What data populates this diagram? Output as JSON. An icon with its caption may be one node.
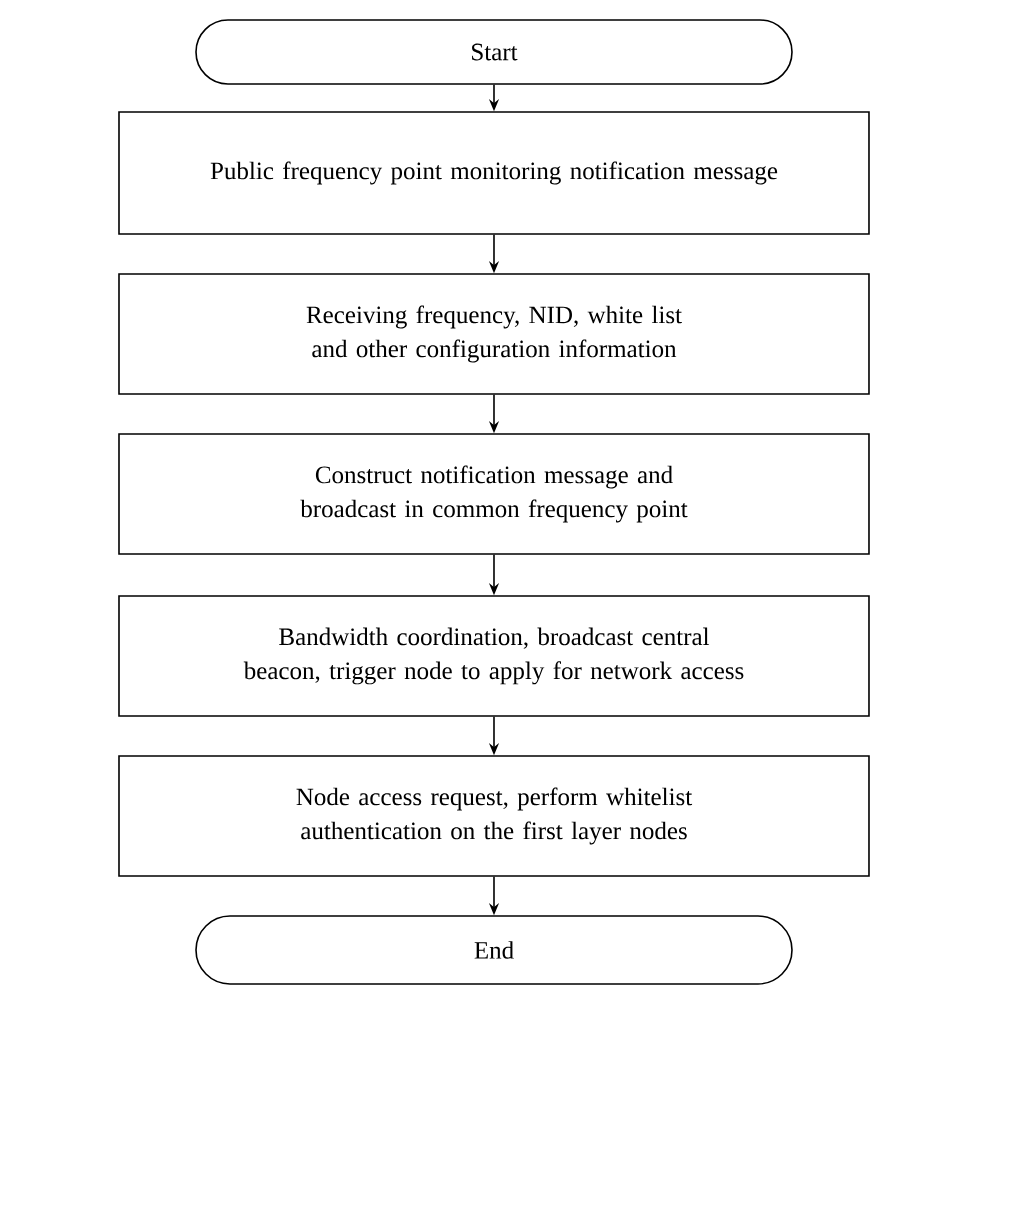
{
  "diagram": {
    "nodes": [
      {
        "text": [
          "Start"
        ]
      },
      {
        "text": [
          "Public frequency point monitoring notification message"
        ]
      },
      {
        "text": [
          "Receiving frequency, NID, white list and other configuration information"
        ]
      },
      {
        "text": [
          "Construct notification message and broadcast in common frequency point"
        ]
      },
      {
        "text": [
          "Bandwidth coordination, broadcast central beacon, trigger node to apply for network access"
        ]
      },
      {
        "text": [
          "Node access request, perform whitelist authentication on the first layer nodes"
        ]
      },
      {
        "text": [
          "End"
        ]
      }
    ],
    "edges": [
      {
        "from": 0,
        "to": 1,
        "arrow": "to"
      },
      {
        "from": 1,
        "to": 2,
        "arrow": "to"
      },
      {
        "from": 2,
        "to": 3,
        "arrow": "to"
      },
      {
        "from": 3,
        "to": 4,
        "arrow": "to"
      },
      {
        "from": 4,
        "to": 5,
        "arrow": "to"
      },
      {
        "from": 5,
        "to": 6,
        "arrow": "to"
      }
    ]
  }
}
